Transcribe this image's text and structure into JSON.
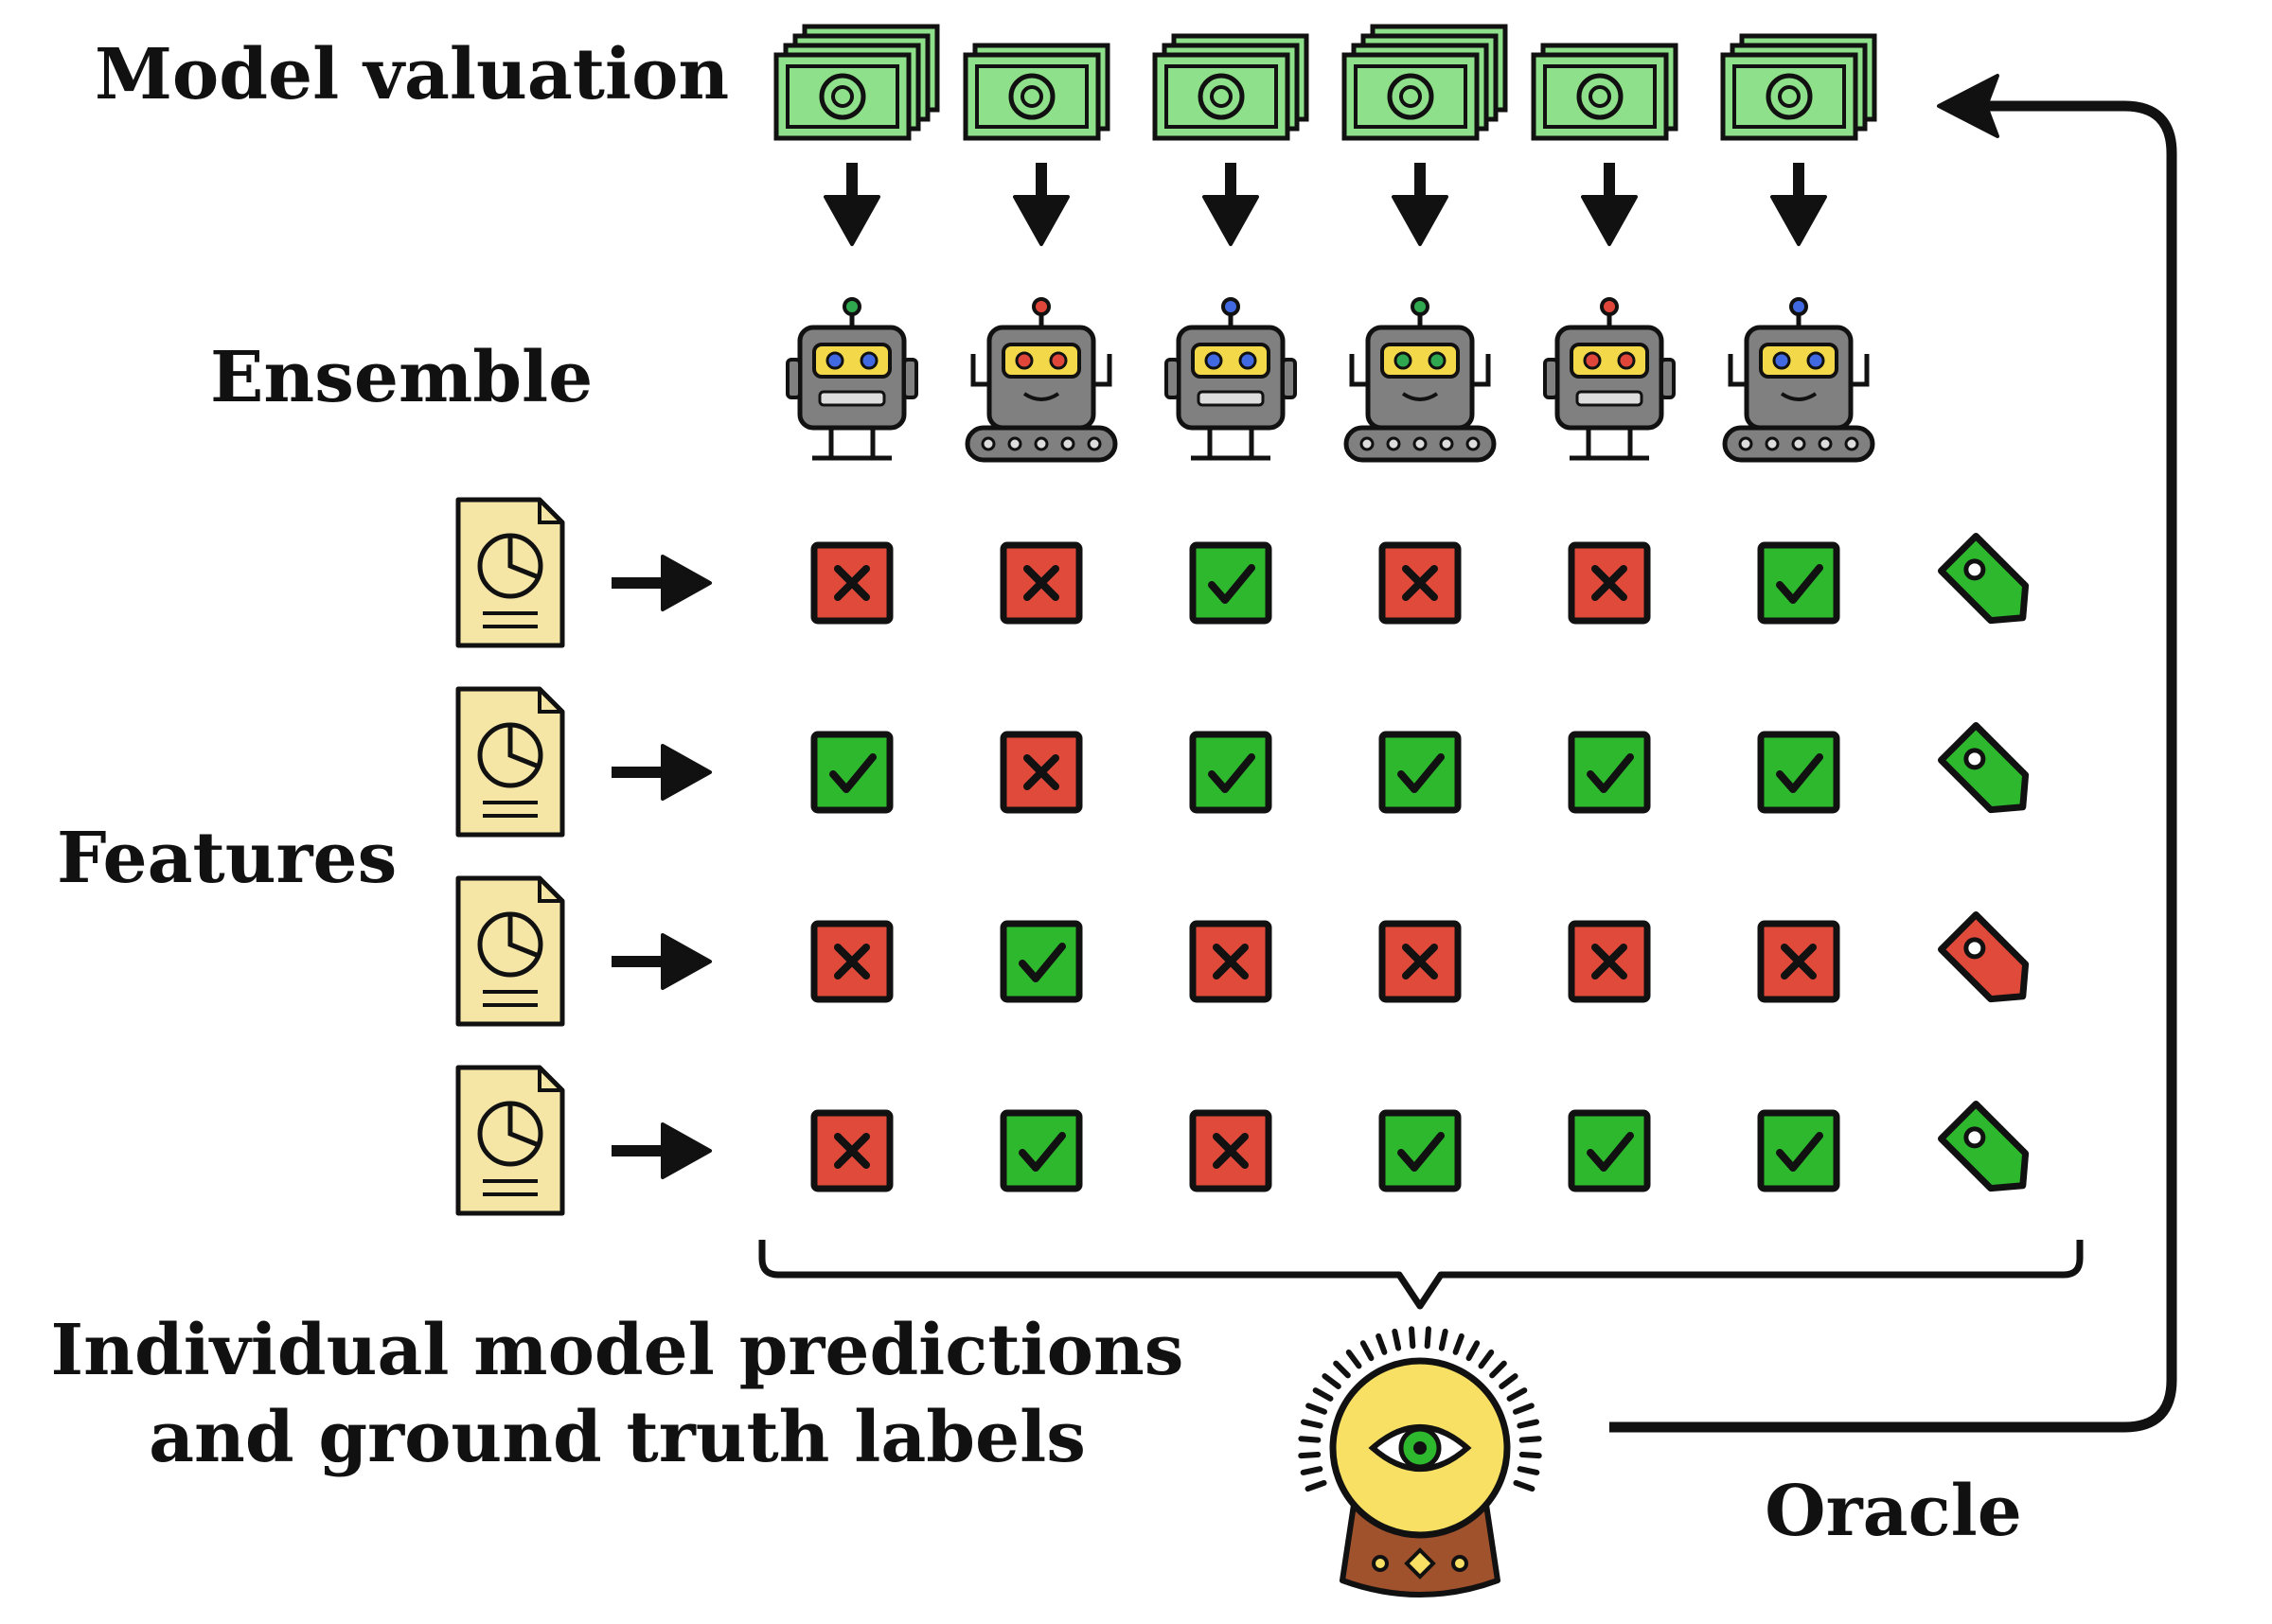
{
  "labels": {
    "model_valuation": "Model valuation",
    "ensemble": "Ensemble",
    "features": "Features",
    "predictions_line1": "Individual model predictions",
    "predictions_line2": "and ground truth labels",
    "oracle": "Oracle"
  },
  "money_stacks": [
    4,
    2,
    3,
    4,
    2,
    3
  ],
  "robots": [
    {
      "type": "legs",
      "eye_color": "#4169e1",
      "antenna_color": "#2fa84f"
    },
    {
      "type": "tracks",
      "eye_color": "#e0473a",
      "antenna_color": "#e0473a"
    },
    {
      "type": "legs",
      "eye_color": "#4169e1",
      "antenna_color": "#4169e1"
    },
    {
      "type": "tracks",
      "eye_color": "#2fa84f",
      "antenna_color": "#2fa84f"
    },
    {
      "type": "legs",
      "eye_color": "#e0473a",
      "antenna_color": "#e0473a"
    },
    {
      "type": "tracks",
      "eye_color": "#4169e1",
      "antenna_color": "#4169e1"
    }
  ],
  "predictions": [
    [
      false,
      false,
      true,
      false,
      false,
      true
    ],
    [
      true,
      false,
      true,
      true,
      true,
      true
    ],
    [
      false,
      true,
      false,
      false,
      false,
      false
    ],
    [
      false,
      true,
      false,
      true,
      true,
      true
    ]
  ],
  "ground_truth": [
    true,
    true,
    false,
    true
  ],
  "colors": {
    "correct": "#2eb82e",
    "wrong": "#e04a3a",
    "money": "#8fe08a",
    "document": "#f5e6a6",
    "robot": "#808080",
    "robot_eye_panel": "#f3d94a",
    "oracle_ball": "#f7e064",
    "oracle_base": "#a0522d",
    "outline": "#111111"
  },
  "icons": [
    "money-icon",
    "down-arrow-icon",
    "robot-icon",
    "document-icon",
    "right-arrow-icon",
    "check-icon",
    "cross-icon",
    "tag-icon",
    "crystal-ball-icon"
  ]
}
